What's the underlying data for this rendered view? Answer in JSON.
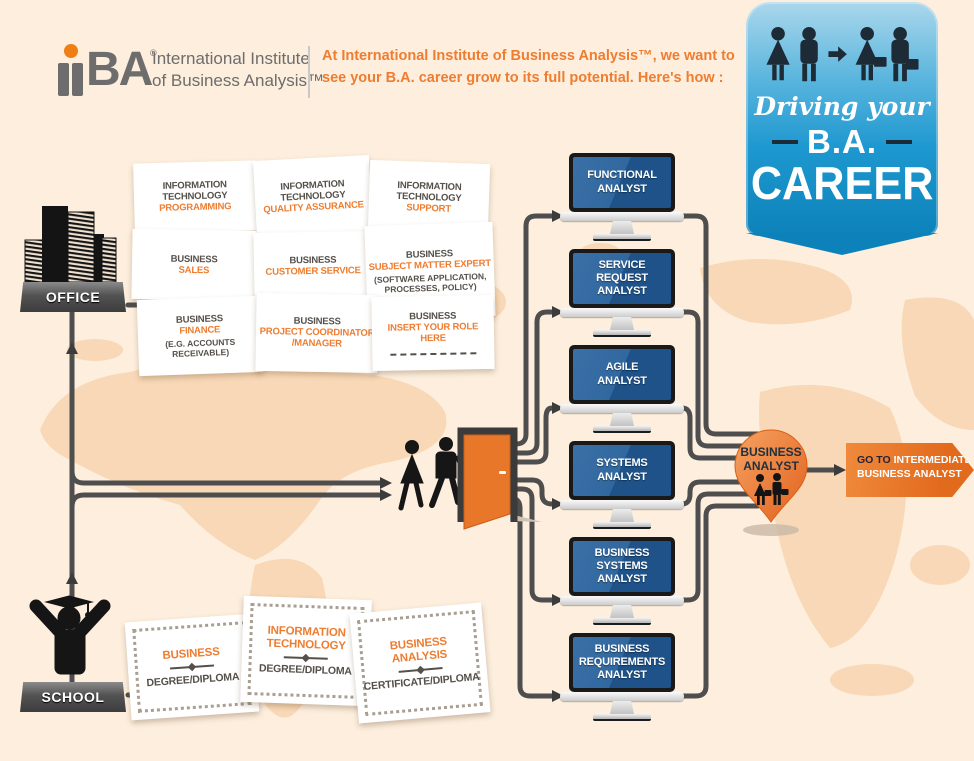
{
  "colors": {
    "background_cream": "#fdeedd",
    "map_tan": "#f8d8b6",
    "accent_orange": "#ee7d31",
    "text_gray": "#55504a",
    "line_gray": "#4e4e4e",
    "screen_blue": "#2a5f9a",
    "badge_blue_top": "#abd7ec",
    "badge_blue_bottom": "#0d82ba"
  },
  "header": {
    "logo": {
      "ba": "BA",
      "reg": "®"
    },
    "org_line1": "International Institute",
    "org_line2": "of Business Analysis™",
    "intro_line1": "At International Institute of Business Analysis™, we want to",
    "intro_line2": "see your B.A. career grow to its full potential. Here's how :"
  },
  "badge": {
    "icon": "people-promotion-icon",
    "script": "Driving your",
    "ba": "B.A.",
    "career": "CAREER"
  },
  "office": {
    "label": "OFFICE",
    "icon": "office-buildings-icon"
  },
  "school": {
    "label": "SCHOOL",
    "icon": "graduate-icon"
  },
  "sticky_notes": [
    {
      "category": "INFORMATION TECHNOLOGY",
      "role": "PROGRAMMING"
    },
    {
      "category": "INFORMATION TECHNOLOGY",
      "role": "QUALITY ASSURANCE"
    },
    {
      "category": "INFORMATION TECHNOLOGY",
      "role": "SUPPORT"
    },
    {
      "category": "BUSINESS",
      "role": "SALES"
    },
    {
      "category": "BUSINESS",
      "role": "CUSTOMER SERVICE"
    },
    {
      "category": "BUSINESS",
      "role": "SUBJECT MATTER EXPERT",
      "note": "(SOFTWARE APPLICATION, PROCESSES, POLICY)"
    },
    {
      "category": "BUSINESS",
      "role": "FINANCE",
      "note": "(E.G. ACCOUNTS RECEIVABLE)"
    },
    {
      "category": "BUSINESS",
      "role": "PROJECT COORDINATOR /MANAGER"
    },
    {
      "category": "BUSINESS",
      "role": "INSERT YOUR ROLE HERE"
    }
  ],
  "certificates": [
    {
      "field": "BUSINESS",
      "credential": "DEGREE/DIPLOMA"
    },
    {
      "field": "INFORMATION TECHNOLOGY",
      "credential": "DEGREE/DIPLOMA"
    },
    {
      "field": "BUSINESS ANALYSIS",
      "credential": "CERTIFICATE/DIPLOMA"
    }
  ],
  "monitors": [
    {
      "lines": [
        "FUNCTIONAL",
        "ANALYST"
      ]
    },
    {
      "lines": [
        "SERVICE REQUEST",
        "ANALYST"
      ]
    },
    {
      "lines": [
        "AGILE",
        "ANALYST"
      ]
    },
    {
      "lines": [
        "SYSTEMS",
        "ANALYST"
      ]
    },
    {
      "lines": [
        "BUSINESS SYSTEMS",
        "ANALYST"
      ]
    },
    {
      "lines": [
        "BUSINESS",
        "REQUIREMENTS",
        "ANALYST"
      ]
    }
  ],
  "pin": {
    "line1": "BUSINESS",
    "line2": "ANALYST",
    "icon": "business-people-icon"
  },
  "cta": {
    "go_to": "GO TO",
    "rest": " INTERMEDIATE BUSINESS ANALYST"
  }
}
